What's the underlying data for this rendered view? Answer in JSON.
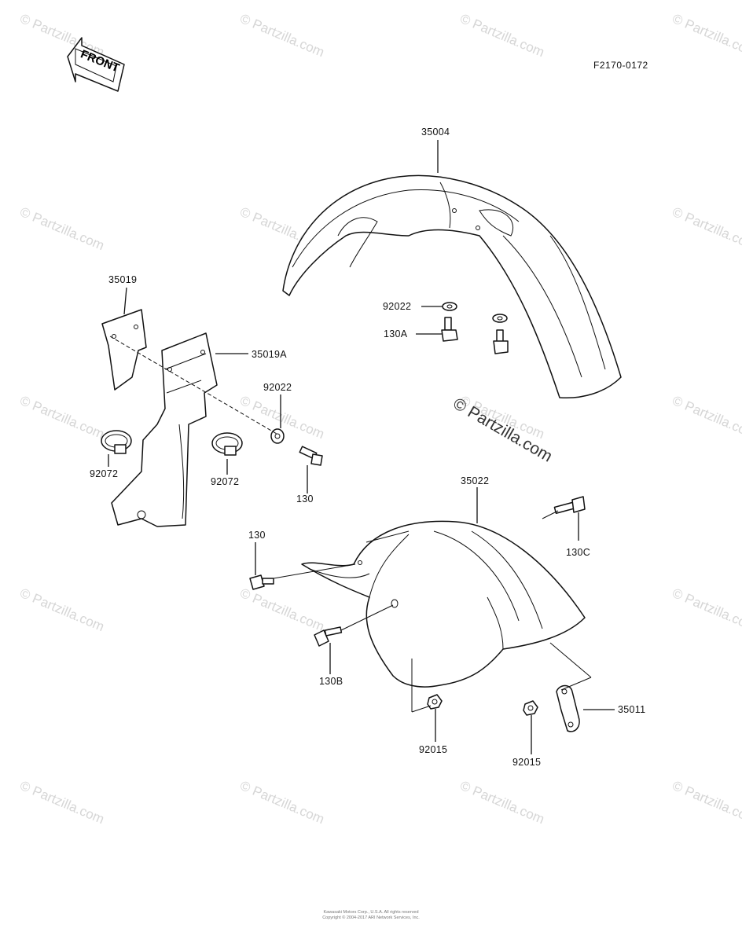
{
  "diagram": {
    "front_label": "FRONT",
    "figure_code": "F2170-0172",
    "watermark_text": "© Partzilla.com",
    "callouts": {
      "p35004": "35004",
      "p35019": "35019",
      "p35019A": "35019A",
      "p92022_top": "92022",
      "p130A": "130A",
      "p92022_left": "92022",
      "p92072_left": "92072",
      "p92072_right": "92072",
      "p130_left": "130",
      "p35022": "35022",
      "p130C": "130C",
      "p130_rear": "130",
      "p130B": "130B",
      "p92015_center": "92015",
      "p92015_right": "92015",
      "p35011": "35011"
    },
    "footer": {
      "line1": "Kawasaki Motors Corp., U.S.A. All rights reserved",
      "line2": "Copyright © 2004-2017 ARI Network Services, Inc."
    }
  }
}
